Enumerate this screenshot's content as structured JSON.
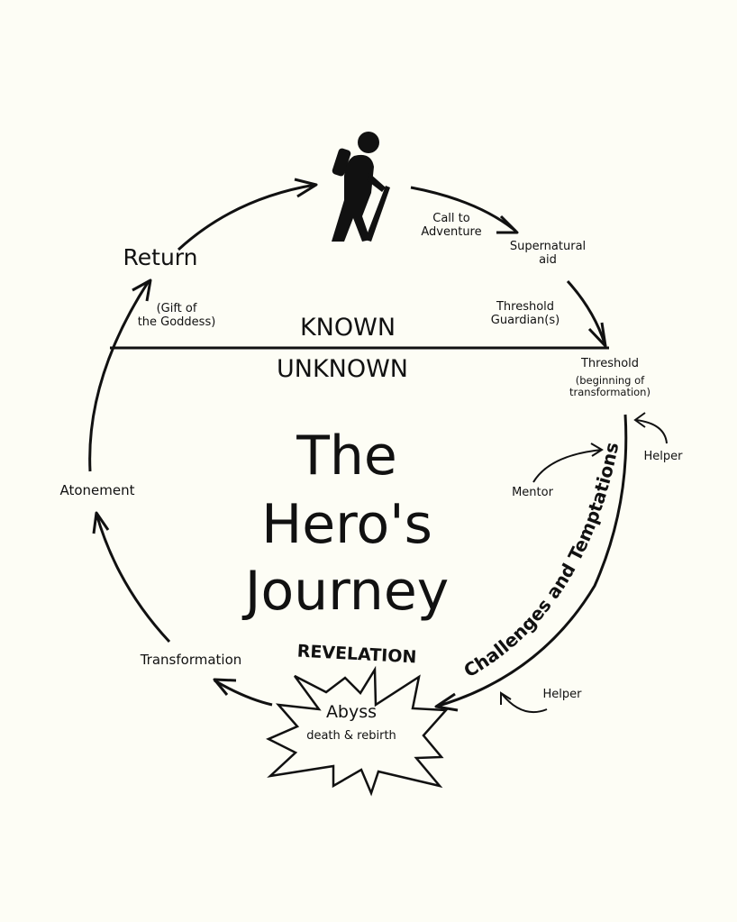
{
  "diagram": {
    "title_lines": [
      "The",
      "Hero's",
      "Journey"
    ],
    "divider": {
      "top_label": "KNOWN",
      "bottom_label": "UNKNOWN"
    },
    "icon": "hiker-icon",
    "stages": {
      "call_to_adventure": [
        "Call to",
        "Adventure"
      ],
      "supernatural_aid": [
        "Supernatural",
        "aid"
      ],
      "threshold_guardians": [
        "Threshold",
        "Guardian(s)"
      ],
      "threshold": "Threshold",
      "threshold_note": [
        "(beginning of",
        "transformation)"
      ],
      "helper_1": "Helper",
      "mentor": "Mentor",
      "challenges": "Challenges and Temptations",
      "helper_2": "Helper",
      "revelation": "REVELATION",
      "abyss": "Abyss",
      "abyss_note": "death & rebirth",
      "transformation": "Transformation",
      "atonement": "Atonement",
      "return": "Return",
      "gift": [
        "(Gift of",
        "the Goddess)"
      ]
    },
    "colors": {
      "background": "#fdfdf5",
      "ink": "#111111"
    }
  }
}
